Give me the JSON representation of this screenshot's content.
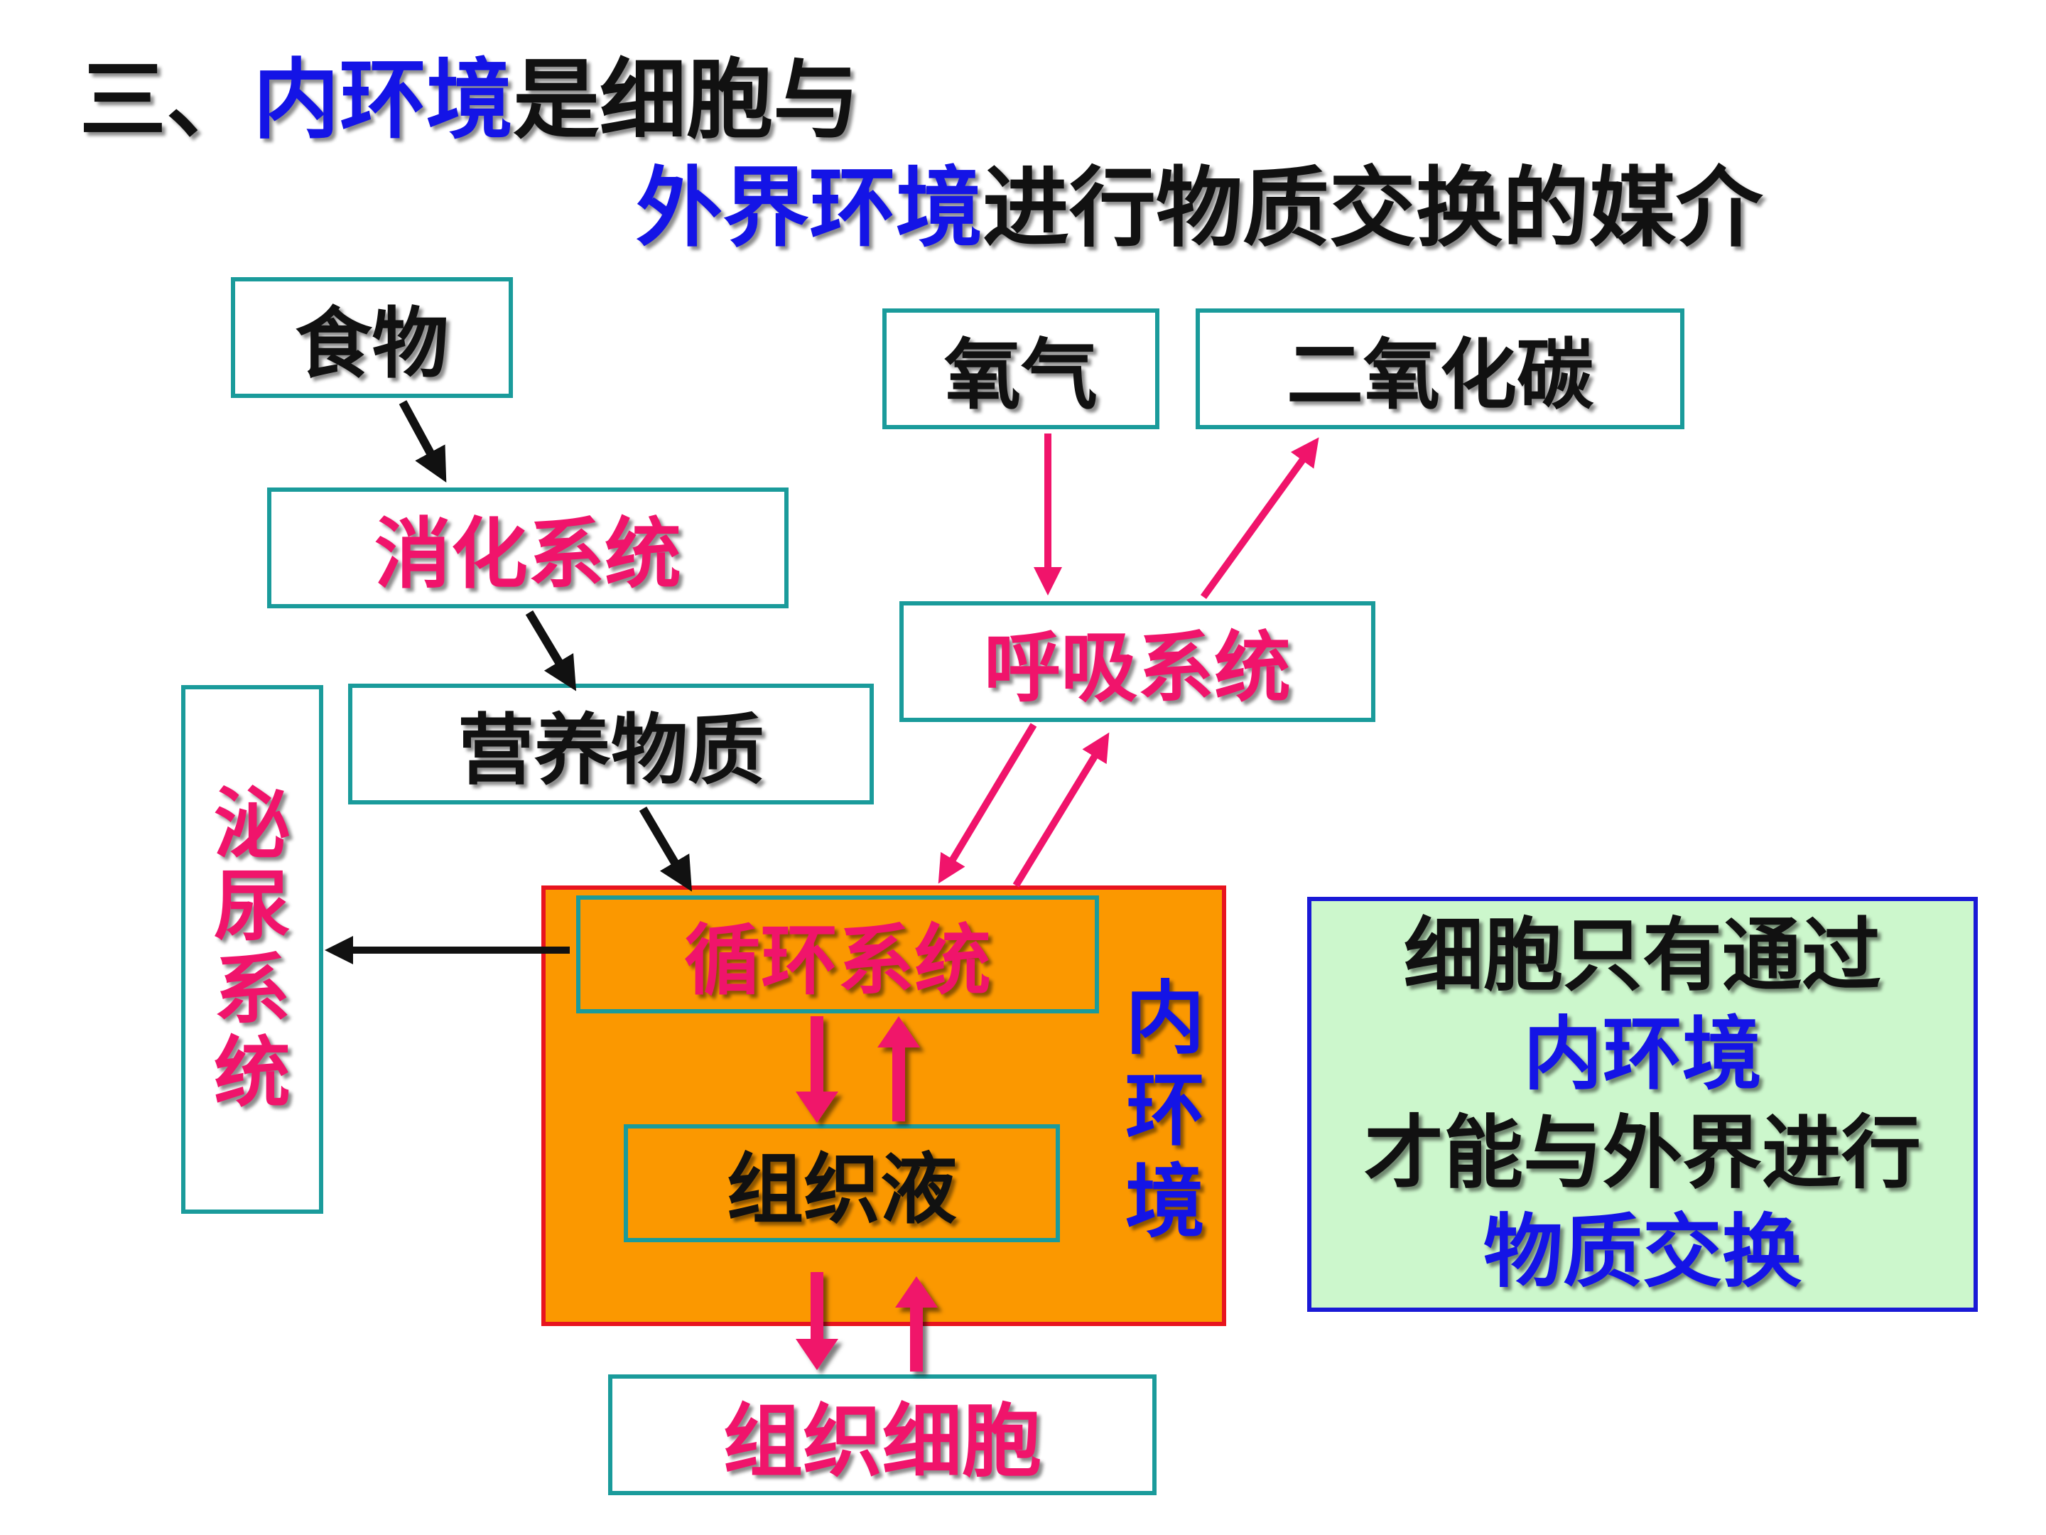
{
  "title": {
    "line1_prefix": "三、",
    "line1_highlight": "内环境",
    "line1_rest": "是细胞与",
    "line2_highlight": "外界环境",
    "line2_rest": "进行物质交换的媒介"
  },
  "nodes": {
    "food": "食物",
    "digestive": "消化系统",
    "nutrients": "营养物质",
    "oxygen": "氧气",
    "co2": "二氧化碳",
    "respiratory": "呼吸系统",
    "urinary": [
      "泌",
      "尿",
      "系",
      "统"
    ],
    "circulatory": "循环系统",
    "tissue_fluid": "组织液",
    "internal_env": [
      "内",
      "环",
      "境"
    ],
    "tissue_cells": "组织细胞"
  },
  "note": {
    "line1": "细胞只有通过",
    "line2": "内环境",
    "line3": "才能与外界进行",
    "line4": "物质交换"
  },
  "colors": {
    "black_text": "#111111",
    "pink_text": "#f0146b",
    "blue_text": "#1414e6",
    "box_border": "#1a9b9b",
    "internal_env_fill": "#fb9800",
    "internal_env_border": "#e8141e",
    "note_fill": "#ccf7cc",
    "note_border": "#1a1ad6",
    "arrow_black": "#111111",
    "arrow_pink": "#f0146b"
  }
}
